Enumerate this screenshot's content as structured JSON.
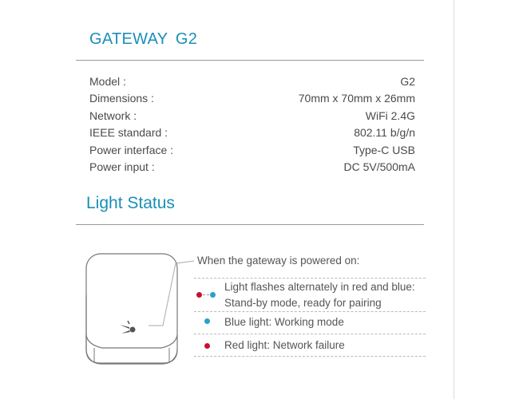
{
  "title": "GATEWAY  G2",
  "specs": [
    {
      "label": "Model :",
      "value": "G2"
    },
    {
      "label": "Dimensions :",
      "value": "70mm x 70mm x 26mm"
    },
    {
      "label": "Network :",
      "value": "WiFi 2.4G"
    },
    {
      "label": "IEEE standard :",
      "value": "802.11 b/g/n"
    },
    {
      "label": "Power interface :",
      "value": "Type-C USB"
    },
    {
      "label": "Power input :",
      "value": "DC 5V/500mA"
    }
  ],
  "light_status": {
    "heading": "Light Status",
    "intro": "When the gateway is powered on:",
    "items": [
      {
        "line1": "Light flashes alternately in red and blue:",
        "line2": "Stand-by mode, ready for pairing"
      },
      {
        "line1": "Blue light: Working mode"
      },
      {
        "line1": "Red light: Network failure"
      }
    ]
  },
  "colors": {
    "accent": "#1a8fb8",
    "red": "#c8102e",
    "blue": "#2aa0cc"
  }
}
